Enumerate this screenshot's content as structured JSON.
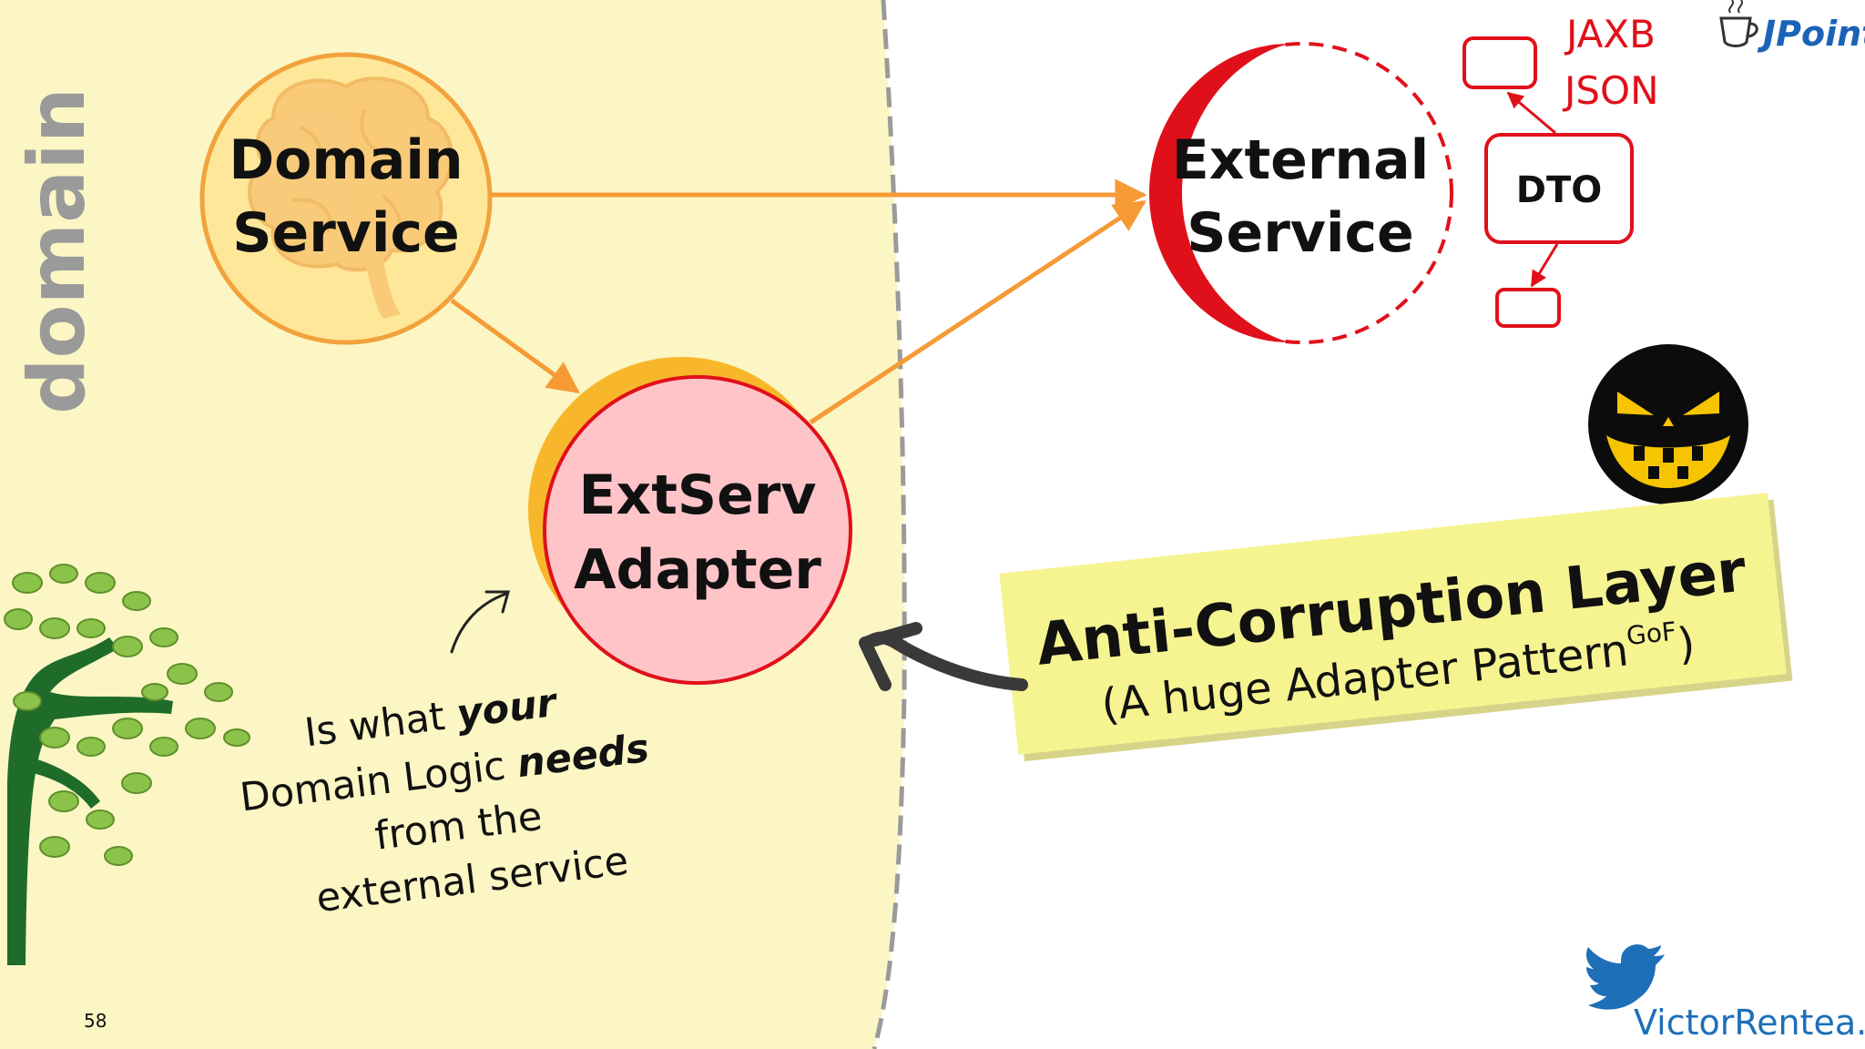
{
  "slide": {
    "side_label": "domain",
    "page_number": "58",
    "footer_handle": "VictorRentea.ro",
    "logo_text": "JPoint"
  },
  "nodes": {
    "domain_service": [
      "Domain",
      "Service"
    ],
    "external_service": [
      "External",
      "Service"
    ],
    "adapter": [
      "ExtServ",
      "Adapter"
    ]
  },
  "formats": [
    "JAXB",
    "JSON"
  ],
  "dto_label": "DTO",
  "callout": {
    "title": "Anti-Corruption Layer",
    "subtitle_main": "(A huge Adapter Pattern",
    "subtitle_sup": "GoF",
    "subtitle_close": ")"
  },
  "note": {
    "line1_plain": "Is what ",
    "line1_em": "your",
    "line2_plain": "Domain Logic ",
    "line2_em": "needs",
    "line3": "from the",
    "line4": "external service"
  },
  "colors": {
    "domain_bg": "#fbf6c4",
    "arrow": "#f59a35",
    "accent_red": "#e0101a",
    "adapter_fill": "#ffc4c8",
    "domain_circle_fill": "#ffe79a",
    "callout_bg": "#f6f391",
    "twitter_blue": "#1d6fb8",
    "logo_blue": "#1a63b8"
  },
  "icons": [
    "brain-icon",
    "tree-icon",
    "evil-pumpkin-icon",
    "twitter-bird-icon",
    "coffee-cup-icon"
  ]
}
